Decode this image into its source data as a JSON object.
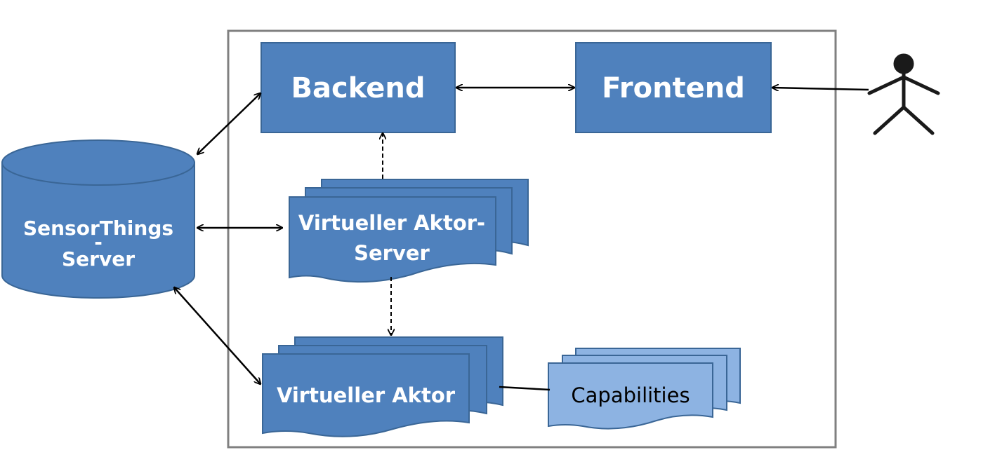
{
  "nodes": {
    "backend": {
      "label": "Backend"
    },
    "frontend": {
      "label": "Frontend"
    },
    "sensorthings": {
      "label_line1": "SensorThings",
      "label_line2": "-",
      "label_line3": "Server"
    },
    "va_server": {
      "label_line1": "Virtueller Aktor-",
      "label_line2": "Server"
    },
    "va": {
      "label": "Virtueller Aktor"
    },
    "capabilities": {
      "label": "Capabilities"
    }
  },
  "colors": {
    "box_fill": "#4f81bd",
    "box_stroke": "#3a6696",
    "capabilities_fill": "#8db3e2",
    "text_white": "#ffffff",
    "text_dark": "#000000",
    "container_border": "#808080",
    "arrow": "#000000",
    "person": "#1a1a1a"
  }
}
